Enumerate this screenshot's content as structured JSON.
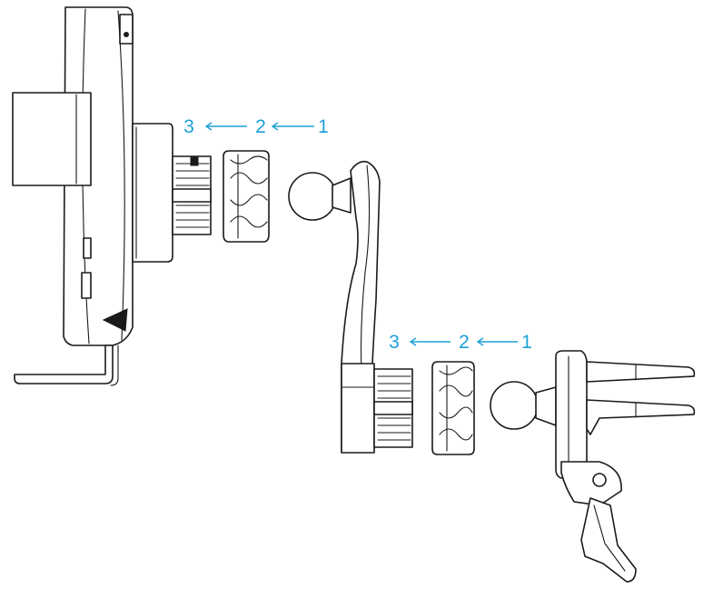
{
  "colors": {
    "label": "#1ea0d7",
    "line": "#1a1a1a",
    "background": "#ffffff"
  },
  "assembly_steps": {
    "upper": {
      "labels": [
        "3",
        "2",
        "1"
      ]
    },
    "lower": {
      "labels": [
        "3",
        "2",
        "1"
      ]
    }
  }
}
